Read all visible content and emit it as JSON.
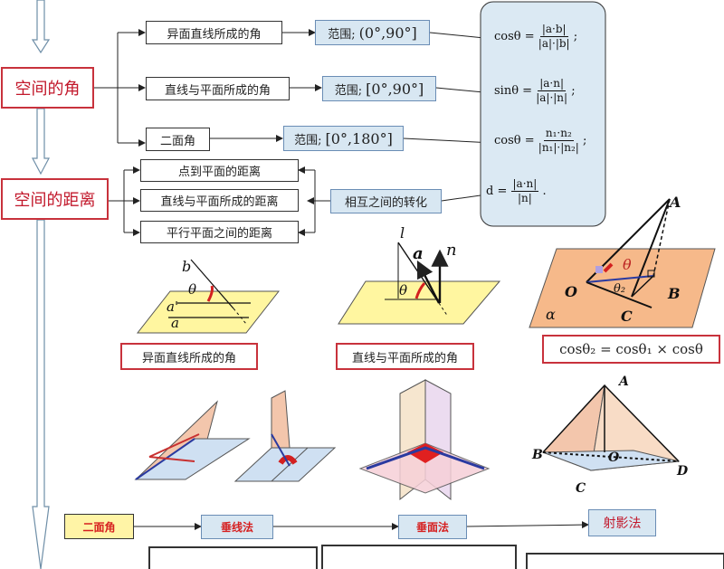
{
  "left": {
    "angle_title": "空间的角",
    "distance_title": "空间的距离"
  },
  "angles": [
    {
      "name": "异面直线所成的角",
      "range_prefix": "范围;",
      "range": "(0°,90°]",
      "formula_lhs": "cosθ =",
      "num": "|a·b|",
      "den": "|a|·|b|",
      "tail": ";"
    },
    {
      "name": "直线与平面所成的角",
      "range_prefix": "范围;",
      "range": "[0°,90°]",
      "formula_lhs": "sinθ =",
      "num": "|a·n|",
      "den": "|a|·|n|",
      "tail": ";"
    },
    {
      "name": "二面角",
      "range_prefix": "范围;",
      "range": "[0°,180°]",
      "formula_lhs": "cosθ =",
      "num": "n₁·n₂",
      "den": "|n₁|·|n₂|",
      "tail": ";"
    }
  ],
  "distances": [
    "点到平面的距离",
    "直线与平面所成的距离",
    "平行平面之间的距离"
  ],
  "conversion": "相互之间的转化",
  "distance_formula": {
    "lhs": "d =",
    "num": "|a·n|",
    "den": "|n|",
    "tail": "."
  },
  "figures": {
    "skew_caption": "异面直线所成的角",
    "line_plane_caption": "直线与平面所成的角",
    "cos_relation": "cosθ₂ = cosθ₁ × cosθ",
    "labels": {
      "b": "b",
      "theta": "θ",
      "a_prime": "a'",
      "a": "a",
      "l": "l",
      "vec_a": "a",
      "vec_n": "n",
      "theta2": "θ",
      "A": "A",
      "O": "O",
      "B": "B",
      "C": "C",
      "alpha": "α",
      "t1": "θ",
      "t2": "θ₂",
      "A2": "A",
      "B2": "B",
      "O2": "O",
      "C2": "C",
      "D2": "D"
    }
  },
  "bottom_flow": [
    "二面角",
    "垂线法",
    "垂面法",
    "射影法"
  ]
}
